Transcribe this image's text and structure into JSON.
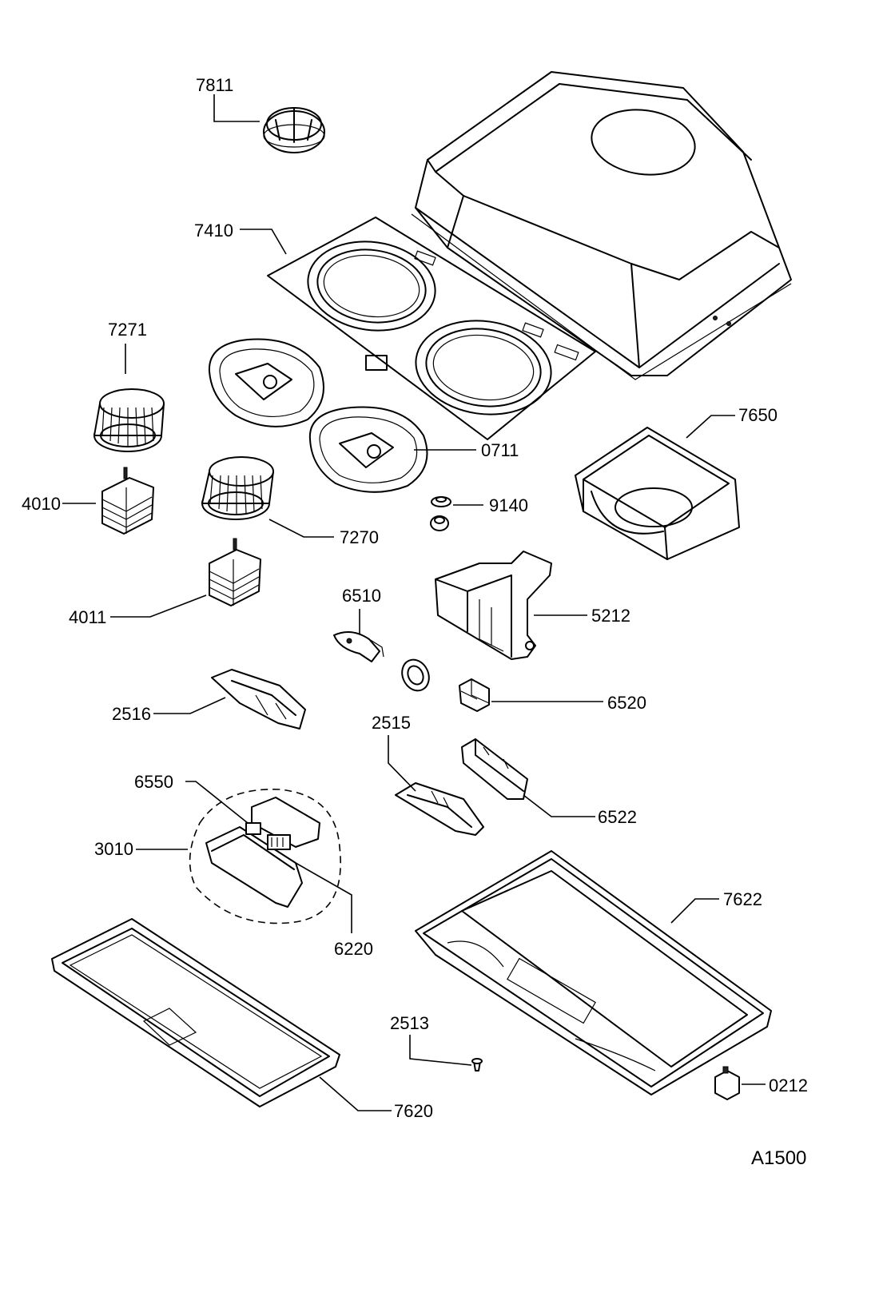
{
  "diagram": {
    "labels": {
      "p7811": "7811",
      "p7410": "7410",
      "p7271": "7271",
      "p4010": "4010",
      "p7270": "7270",
      "p0711": "0711",
      "p7650": "7650",
      "p9140": "9140",
      "p4011": "4011",
      "p6510": "6510",
      "p5212": "5212",
      "p2516": "2516",
      "p6520": "6520",
      "p2515": "2515",
      "p6550": "6550",
      "p6522": "6522",
      "p3010": "3010",
      "p7622": "7622",
      "p6220": "6220",
      "p2513": "2513",
      "p0212": "0212",
      "p7620": "7620"
    },
    "drawing_code": "A1500"
  }
}
